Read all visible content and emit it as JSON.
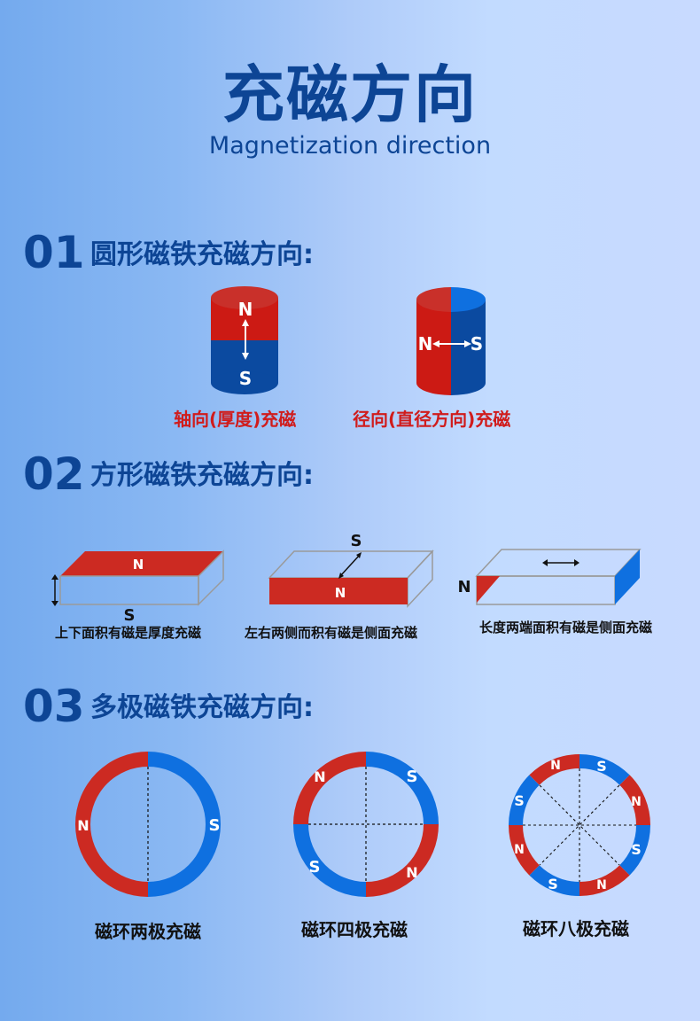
{
  "header": {
    "title": "充磁方向",
    "subtitle": "Magnetization direction"
  },
  "colors": {
    "title_blue": "#0d4595",
    "magnet_red": "#cc1a14",
    "magnet_dark_blue": "#0b4aa0",
    "magnet_blue": "#0f70e0",
    "caption_red": "#d01c1c"
  },
  "sections": [
    {
      "number": "01",
      "title": "圆形磁铁充磁方向:",
      "items": [
        {
          "caption": "轴向(厚度)充磁",
          "pole_top": "N",
          "pole_bottom": "S",
          "arrow": "vertical-double"
        },
        {
          "caption": "径向(直径方向)充磁",
          "pole_left": "N",
          "pole_right": "S",
          "arrow": "horizontal-double"
        }
      ]
    },
    {
      "number": "02",
      "title": "方形磁铁充磁方向:",
      "items": [
        {
          "caption": "上下面积有磁是厚度充磁",
          "face_label": "N",
          "outer_label": "S"
        },
        {
          "caption": "左右两侧而积有磁是侧面充磁",
          "face_label": "N",
          "outer_label": "S"
        },
        {
          "caption": "长度两端面积有磁是侧面充磁",
          "outer_label": "N"
        }
      ]
    },
    {
      "number": "03",
      "title": "多极磁铁充磁方向:",
      "items": [
        {
          "caption": "磁环两极充磁",
          "poles": [
            "N",
            "S"
          ]
        },
        {
          "caption": "磁环四极充磁",
          "poles": [
            "N",
            "S",
            "N",
            "S"
          ]
        },
        {
          "caption": "磁环八极充磁",
          "poles": [
            "N",
            "S",
            "N",
            "S",
            "N",
            "S",
            "N",
            "S"
          ]
        }
      ]
    }
  ]
}
